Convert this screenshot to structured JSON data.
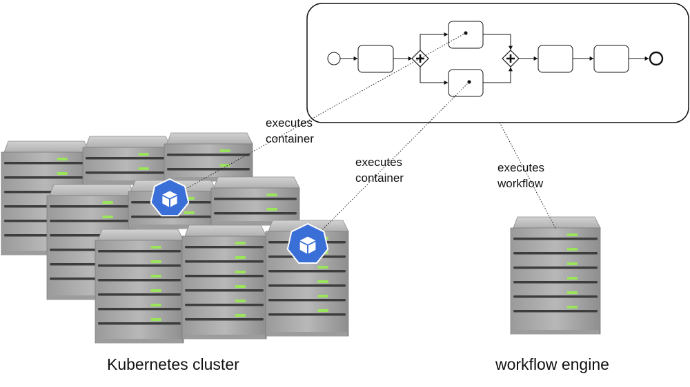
{
  "labels": {
    "executes_container_1": [
      "executes",
      "container"
    ],
    "executes_container_2": [
      "executes",
      "container"
    ],
    "executes_workflow": [
      "executes",
      "workflow"
    ]
  },
  "captions": {
    "cluster": "Kubernetes cluster",
    "engine": "workflow engine"
  },
  "colors": {
    "server_body": "#a9a9a9",
    "server_top": "#c4c4c4",
    "drive_slot": "#3d3d3d",
    "led": "#9be55a",
    "container_badge": "#3b6fd8",
    "process_stroke": "#111111"
  },
  "icons": {
    "container_badge": "kubernetes-pod-cube-icon",
    "gateway": "parallel-gateway-plus-icon"
  }
}
